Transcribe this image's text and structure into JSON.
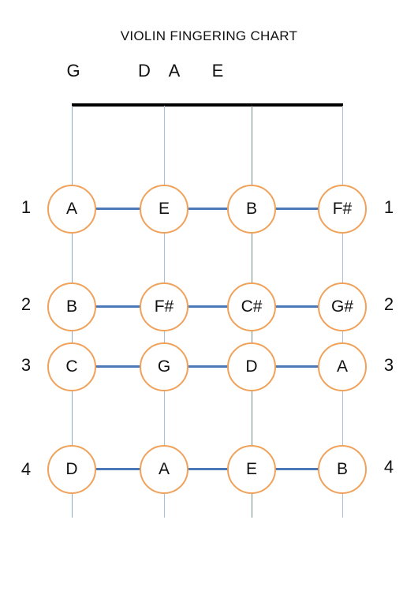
{
  "title": "VIOLIN FINGERING CHART",
  "strings": [
    "G",
    "D",
    "A",
    "E"
  ],
  "rows": [
    {
      "finger": "1",
      "notes": [
        "A",
        "E",
        "B",
        "F#"
      ]
    },
    {
      "finger": "2",
      "notes": [
        "B",
        "F#",
        "C#",
        "G#"
      ]
    },
    {
      "finger": "3",
      "notes": [
        "C",
        "G",
        "D",
        "A"
      ]
    },
    {
      "finger": "4",
      "notes": [
        "D",
        "A",
        "E",
        "B"
      ]
    }
  ],
  "colors": {
    "fret": "#4a78b8",
    "circle_border": "#f0a15a",
    "nut": "#000000"
  }
}
